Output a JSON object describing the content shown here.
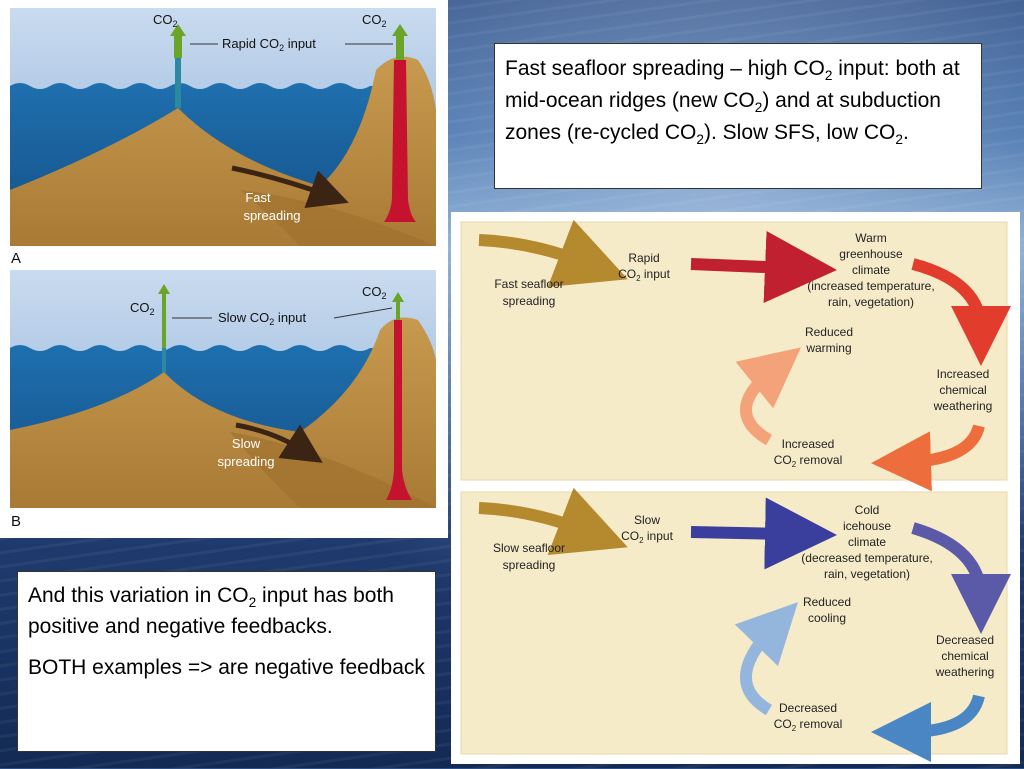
{
  "left_figure": {
    "panel_a": {
      "letter": "A",
      "co2_left": {
        "main": "CO",
        "sub": "2"
      },
      "co2_right": {
        "main": "CO",
        "sub": "2"
      },
      "input_label": {
        "pre": "Rapid CO",
        "sub": "2",
        "post": " input"
      },
      "spreading_line1": "Fast",
      "spreading_line2": "spreading"
    },
    "panel_b": {
      "letter": "B",
      "co2_left": {
        "main": "CO",
        "sub": "2"
      },
      "co2_right": {
        "main": "CO",
        "sub": "2"
      },
      "input_label": {
        "pre": "Slow CO",
        "sub": "2",
        "post": " input"
      },
      "spreading_line1": "Slow",
      "spreading_line2": "spreading"
    }
  },
  "top_textbox": {
    "t1": "Fast seafloor spreading – high CO",
    "s1": "2",
    "t2": " input: both at mid-ocean ridges (new CO",
    "s2": "2",
    "t3": ") and at subduction zones (re-cycled CO",
    "s3": "2",
    "t4": ").  Slow SFS, low CO",
    "s4": "2",
    "t5": "."
  },
  "bottom_textbox": {
    "p1_pre": "And this variation in CO",
    "p1_sub": "2",
    "p1_post": " input has both positive and negative feedbacks.",
    "p2": "BOTH examples => are negative feedback"
  },
  "right_figure": {
    "fast": {
      "start_line1": "Fast seafloor",
      "start_line2": "spreading",
      "input_line1": "Rapid",
      "input_line2_pre": "CO",
      "input_line2_sub": "2",
      "input_line2_post": " input",
      "climate_lines": [
        "Warm",
        "greenhouse",
        "climate",
        "(increased temperature,",
        "rain, vegetation)"
      ],
      "weathering_lines": [
        "Increased",
        "chemical",
        "weathering"
      ],
      "removal_line1": "Increased",
      "removal_line2_pre": "CO",
      "removal_line2_sub": "2",
      "removal_line2_post": " removal",
      "reduced_lines": [
        "Reduced",
        "warming"
      ]
    },
    "slow": {
      "start_line1": "Slow seafloor",
      "start_line2": "spreading",
      "input_line1": "Slow",
      "input_line2_pre": "CO",
      "input_line2_sub": "2",
      "input_line2_post": " input",
      "climate_lines": [
        "Cold",
        "icehouse",
        "climate",
        "(decreased temperature,",
        "rain, vegetation)"
      ],
      "weathering_lines": [
        "Decreased",
        "chemical",
        "weathering"
      ],
      "removal_line1": "Decreased",
      "removal_line2_pre": "CO",
      "removal_line2_sub": "2",
      "removal_line2_post": " removal",
      "reduced_lines": [
        "Reduced",
        "cooling"
      ]
    }
  },
  "colors": {
    "ocean": "#1b6aa8",
    "sky": "#a9c3e3",
    "rock": "#b98a3f",
    "magma": "#c4122f",
    "co2_arrow": "#6aa528",
    "flow_bg": "#f6ebc9",
    "fast_arrow_1": "#b5892e",
    "fast_arrow_2": "#c0202f",
    "fast_arrow_3": "#e23c2c",
    "fast_arrow_4": "#ee6d3c",
    "fast_arrow_5": "#f3a27a",
    "slow_arrow_2": "#3a3e9c",
    "slow_arrow_3": "#5a5aa8",
    "slow_arrow_4": "#4a86c4",
    "slow_arrow_5": "#95b6dc"
  }
}
